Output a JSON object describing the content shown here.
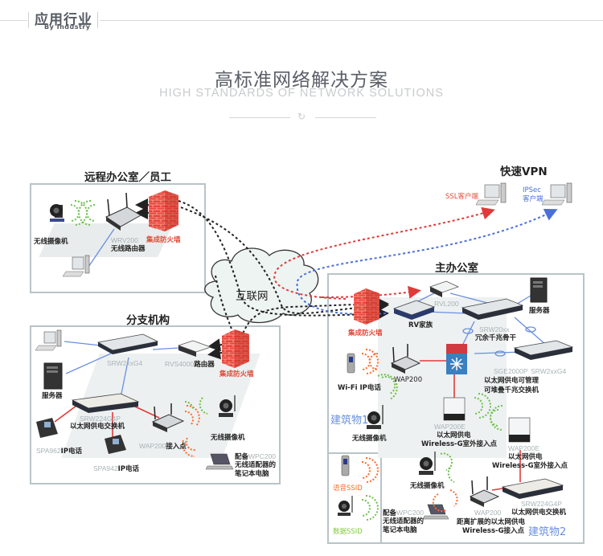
{
  "header": {
    "title": "应用行业",
    "subtitle": "By Industry"
  },
  "hero": {
    "title": "高标准网络解决方案",
    "subtitle": "HIGH STANDARDS OF NETWORK SOLUTIONS",
    "ornament_icon": "swirl-ornament-icon"
  },
  "colors": {
    "firewall": "#e04a3a",
    "vpn_ssl_link": "#e04a3a",
    "vpn_ipsec_link": "#4a6fd8",
    "internet_link": "#222222",
    "lan_link": "#6a8fe0",
    "poe_link": "#e03a3a",
    "box_border": "#b9c4c7",
    "building_label": "#6a8fe0"
  },
  "remote_office": {
    "title": "远程办公室／员工",
    "camera_label": "无线摄像机",
    "router_model": "WRV200",
    "router_label": "无线路由器",
    "firewall_label": "集成防火墙"
  },
  "vpn": {
    "title": "快速VPN",
    "ssl_client": "SSL客户端",
    "ipsec_client_line1": "IPSec",
    "ipsec_client_line2": "客户端"
  },
  "internet": {
    "label": "互联网"
  },
  "branch_office": {
    "title": "分支机构",
    "switch_model": "SRW2xxG4",
    "server_label": "服务器",
    "router_model": "RVS4000",
    "router_label": "路由器",
    "firewall_label": "集成防火墙",
    "poe_switch_model": "SRW224G4P",
    "poe_switch_label": "以太网供电交换机",
    "phone1_model": "SPA962",
    "phone1_label": "IP电话",
    "phone2_model": "SPA942",
    "phone2_label": "IP电话",
    "ap_model": "WAP200",
    "ap_label": "接入点",
    "camera_label": "无线摄像机",
    "laptop_prefix": "配备",
    "laptop_model": "WPC200",
    "laptop_line2": "无线适配器的",
    "laptop_line3": "笔记本电脑"
  },
  "main_office": {
    "title": "主办公室",
    "firewall_label": "集成防火墙",
    "rv_label": "RV家族",
    "rvl_model": "RVL200",
    "server_label": "服务器",
    "core_model": "SRW20xx",
    "core_label": "冗余千兆骨干",
    "switch_model": "SRW2xxG4",
    "sge_model": "SGE2000P",
    "sge_line1": "以太网供电可管理",
    "sge_line2": "可堆叠千兆交换机",
    "wap_model": "WAP200",
    "wifi_phone_label": "Wi-Fi IP电话",
    "building1": "建筑物1",
    "camera1_label": "无线摄像机",
    "wap200e_1_model": "WAP200E",
    "wap200e_1_line1": "以太网供电",
    "wap200e_1_line2": "Wireless-G室外接入点",
    "wap200e_2_model": "WAP200E",
    "wap200e_2_line1": "以太网供电",
    "wap200e_2_line2": "Wireless-G室外接入点",
    "camera2_label": "无线摄像机",
    "poe_switch_model": "SRW224G4P",
    "poe_switch_label": "以太网供电交换机",
    "wap2_model": "WAP200",
    "wap2_line1": "距离扩展的以太网供电",
    "wap2_line2": "Wireless-G接入点",
    "laptop_prefix": "配备",
    "laptop_model": "WPC200",
    "laptop_line2": "无线适配器的",
    "laptop_line3": "笔记本电脑",
    "building2": "建筑物2",
    "voice_ssid": "语音SSID",
    "data_ssid": "数据SSID"
  }
}
